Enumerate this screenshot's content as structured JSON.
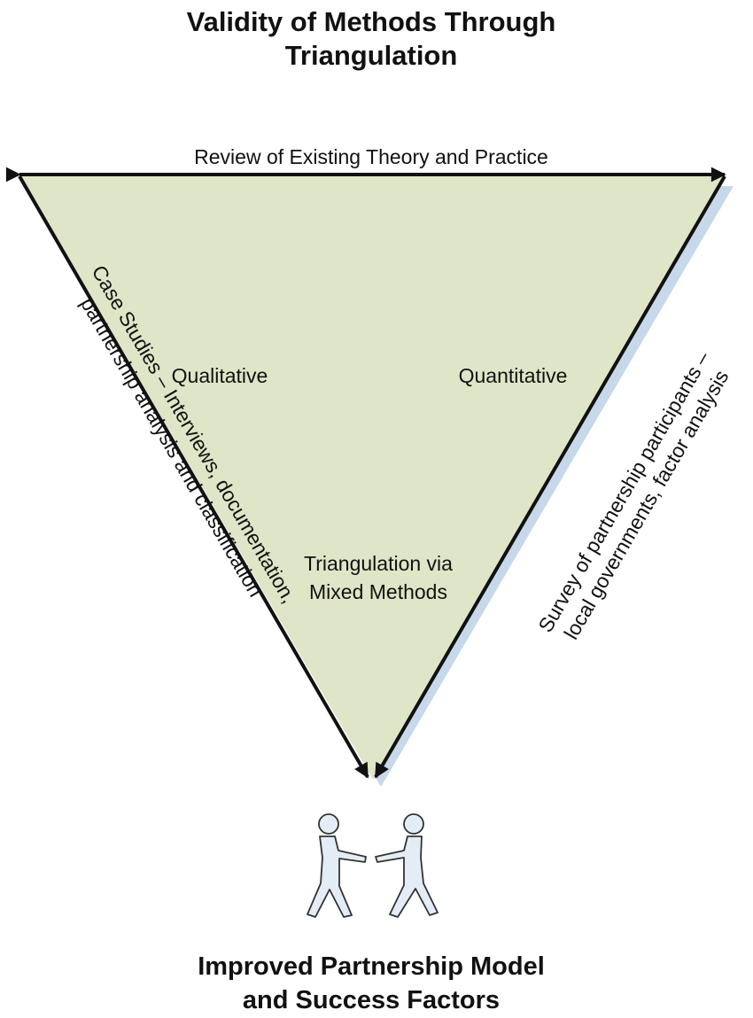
{
  "title": {
    "line1": "Validity of Methods Through",
    "line2": "Triangulation"
  },
  "top_edge": {
    "label": "Review of Existing Theory and Practice"
  },
  "left_edge": {
    "line1": "Case Studies – Interviews, documentation,",
    "line2": "partnership analysis and classification"
  },
  "right_edge": {
    "line1": "Survey of partnership participants –",
    "line2": "local governments, factor analysis"
  },
  "inner": {
    "qualitative": "Qualitative",
    "quantitative": "Quantitative",
    "center_line1": "Triangulation via",
    "center_line2": "Mixed Methods"
  },
  "footer": {
    "line1": "Improved Partnership Model",
    "line2": "and Success Factors"
  },
  "colors": {
    "triangle_fill": "#dfe6c8",
    "shadow": "#c6d8ea",
    "arrow": "#111111",
    "figure_fill": "#e4edf6",
    "figure_stroke": "#333333"
  },
  "icons": {
    "people": "two-figures-shaking-hands"
  }
}
